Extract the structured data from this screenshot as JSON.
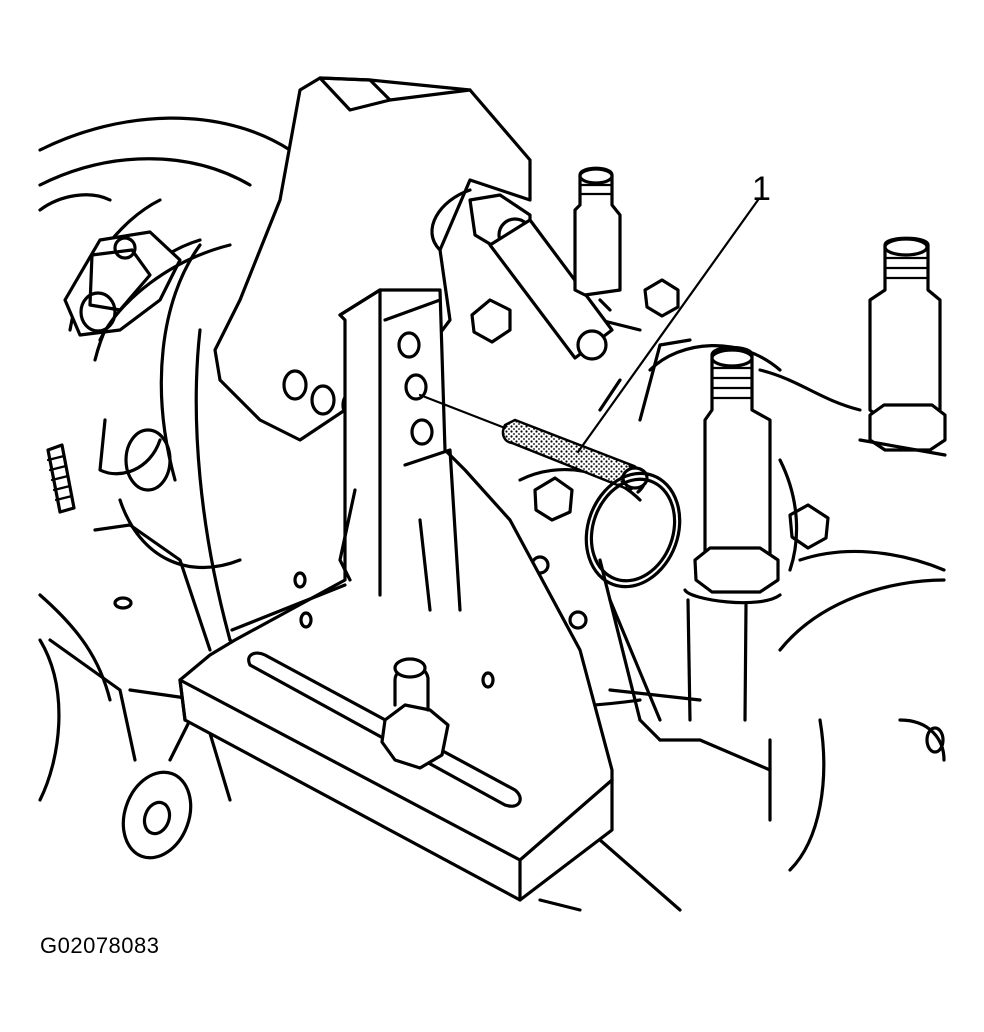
{
  "callouts": [
    {
      "id": "1",
      "text": "1"
    }
  ],
  "figure_id": "G02078083",
  "colors": {
    "line": "#000000",
    "background": "#ffffff"
  }
}
